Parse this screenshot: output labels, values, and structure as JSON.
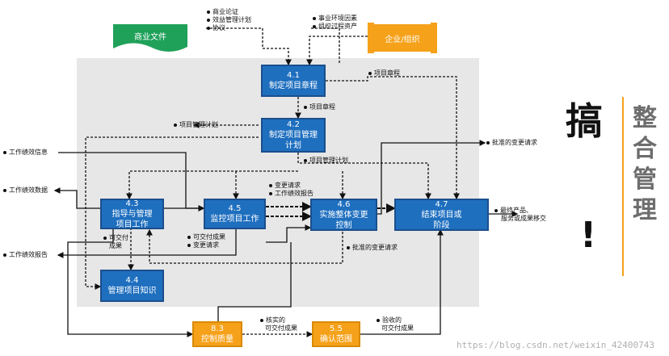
{
  "inputs": {
    "business_docs": [
      "商业论证",
      "效益管理计划",
      "协议"
    ],
    "eef_opa": [
      "事业环境因素",
      "组织过程资产"
    ]
  },
  "external": {
    "doc_label": "商业文件",
    "org_label": "企业/组织"
  },
  "processes": {
    "p41": {
      "num": "4.1",
      "name": "制定项目章程"
    },
    "p42": {
      "num": "4.2",
      "name": "制定项目管理\n计划"
    },
    "p43": {
      "num": "4.3",
      "name": "指导与管理\n项目工作"
    },
    "p44": {
      "num": "4.4",
      "name": "管理项目知识"
    },
    "p45": {
      "num": "4.5",
      "name": "监控项目工作"
    },
    "p46": {
      "num": "4.6",
      "name": "实施整体变更\n控制"
    },
    "p47": {
      "num": "4.7",
      "name": "结束项目或\n阶段"
    },
    "p83": {
      "num": "8.3",
      "name": "控制质量"
    },
    "p55": {
      "num": "5.5",
      "name": "确认范围"
    }
  },
  "flows": {
    "charter_a": "项目章程",
    "charter_b": "项目章程",
    "pmp_left": "项目管理计划",
    "pmp_down": "项目管理计划",
    "work_perf_info": "工作绩效信息",
    "approved_cr_right": "批准的变更请求",
    "change_req": "变更请求",
    "work_perf_report_mid": "工作绩效报告",
    "work_perf_data": "工作绩效数据",
    "deliverables_a": "可交付",
    "deliverables_b": "成果",
    "deliverables_c": "可交付成果",
    "change_req_b": "变更请求",
    "work_perf_report_left": "工作绩效报告",
    "approved_cr_bottom": "批准的变更请求",
    "final_a": "最终产品、",
    "final_b": "服务或成果移交",
    "verified_a": "核实的",
    "verified_b": "可交付成果",
    "accepted_a": "验收的",
    "accepted_b": "可交付成果"
  },
  "side": {
    "big_char": "搞",
    "bang": "!",
    "vertical": "整\n合\n管\n理"
  },
  "watermark": "https://blog.csdn.net/weixin_42400743",
  "colors": {
    "process_blue": "#1f6fbf",
    "orange": "#f5a11a",
    "green_doc": "#1fa15a"
  }
}
